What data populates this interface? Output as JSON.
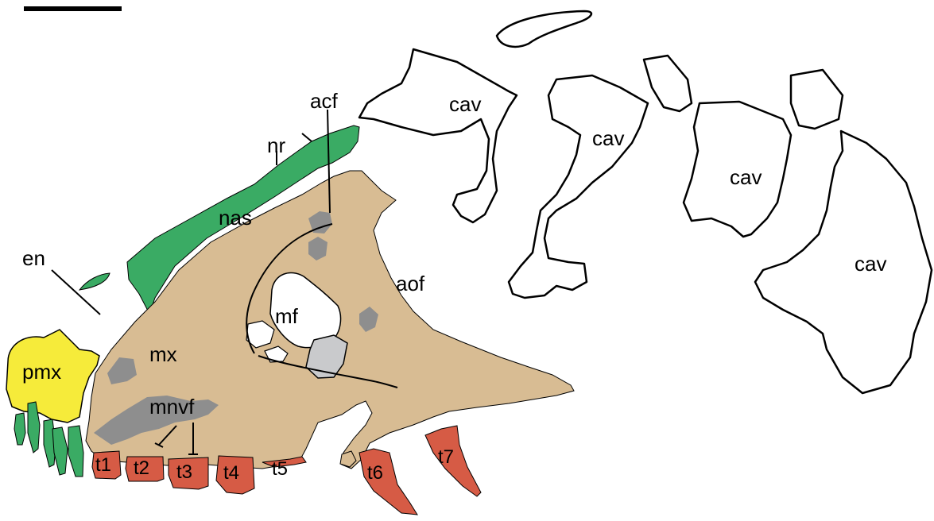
{
  "colors": {
    "maxilla": "#d8bc93",
    "nasal": "#3aab64",
    "premaxilla": "#f6eb3a",
    "tooth": "#d65b45",
    "foramen_fill": "#8e8e8e",
    "light_gray": "#c9cacc",
    "outline": "#000000",
    "background": "#ffffff"
  },
  "labels": {
    "acf": "acf",
    "nr": "nr",
    "nas": "nas",
    "en": "en",
    "pmx": "pmx",
    "mx": "mx",
    "mnvf": "mnvf",
    "mf": "mf",
    "aof": "aof",
    "cav_1": "cav",
    "cav_2": "cav",
    "cav_3": "cav",
    "cav_4": "cav",
    "t1": "t1",
    "t2": "t2",
    "t3": "t3",
    "t4": "t4",
    "t5": "t5",
    "t6": "t6",
    "t7": "t7"
  }
}
